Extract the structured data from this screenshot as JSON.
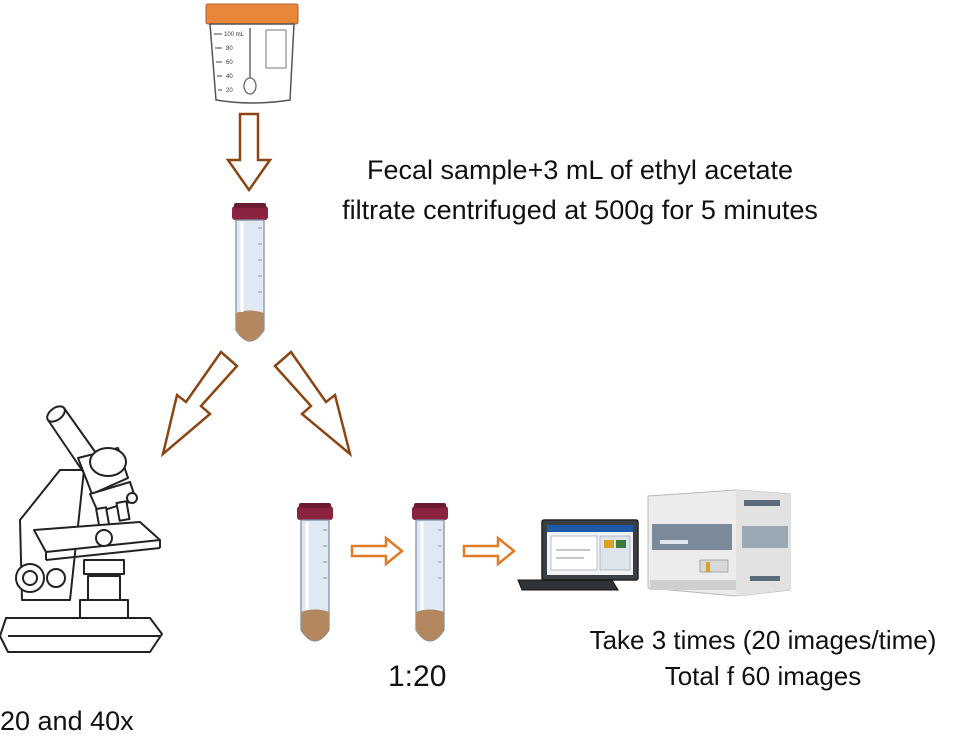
{
  "colors": {
    "arrow_outline": "#8b4513",
    "arrow_fill": "#ffffff",
    "arrow_orange": "#e07a26",
    "cup_lid": "#e8863a",
    "tube_cap": "#8a2340",
    "tube_body": "#dfe8f3",
    "sediment": "#b38860",
    "instrument_body": "#ececec",
    "instrument_panel": "#7a8a9a",
    "screen_blue": "#1e5aa8"
  },
  "steps": {
    "centrifuge": {
      "line1": "Fecal sample+3 mL of ethyl acetate",
      "line2": "filtrate centrifuged at 500g for 5 minutes"
    },
    "dilution": {
      "ratio": "1:20"
    },
    "analyzer": {
      "line1": "Take 3 times (20 images/time)",
      "line2": "Total f 60 images"
    },
    "microscope": {
      "magnification": "20 and 40x"
    }
  },
  "cup_scale": [
    "100 mL",
    "80",
    "60",
    "40",
    "20"
  ],
  "icons": {
    "sample_cup": "specimen-cup-icon",
    "tube": "centrifuge-tube-icon",
    "microscope": "microscope-icon",
    "computer": "computer-workstation-icon",
    "analyzer": "automated-analyzer-icon"
  }
}
